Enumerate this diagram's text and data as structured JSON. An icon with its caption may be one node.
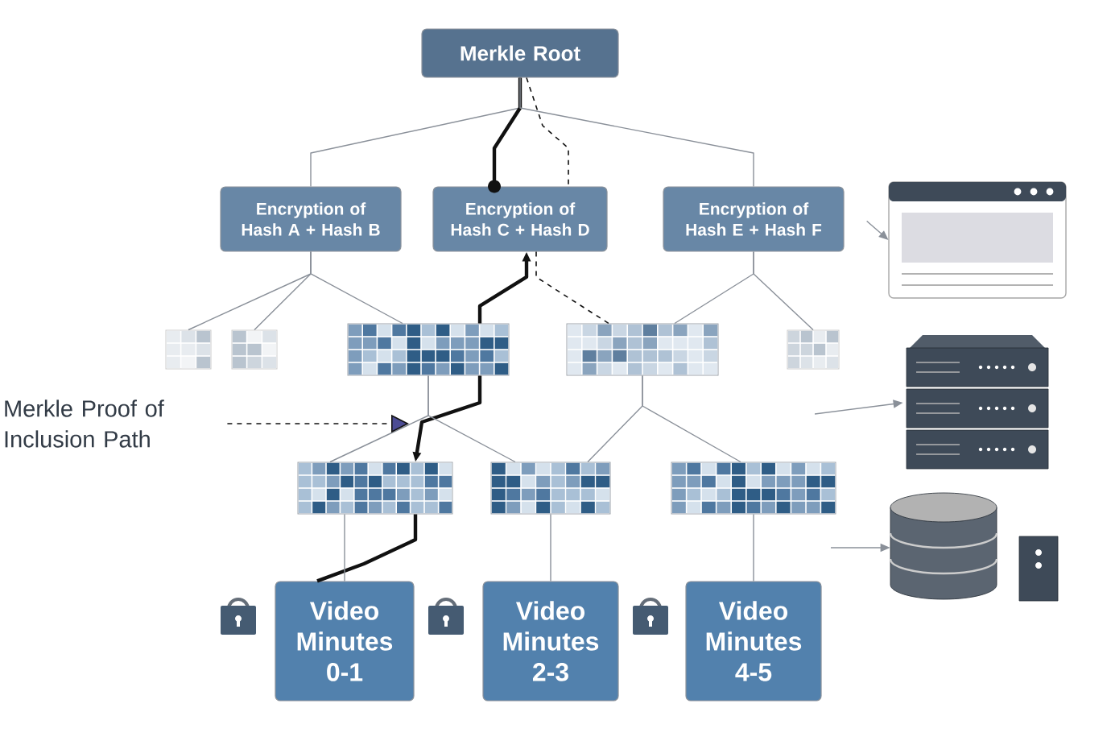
{
  "diagram": {
    "nodes": [
      {
        "text": [
          "Merkle Root"
        ]
      },
      {
        "text": [
          "Encryption of Hash A + Hash B"
        ]
      },
      {
        "text": [
          "Encryption of Hash C + Hash D"
        ]
      },
      {
        "text": [
          "Encryption of Hash E + Hash F"
        ]
      },
      {
        "text": [],
        "shape": "box"
      },
      {
        "text": [],
        "shape": "box"
      },
      {
        "text": [],
        "shape": "box"
      },
      {
        "text": [],
        "shape": "box"
      },
      {
        "text": [],
        "shape": "box"
      },
      {
        "text": [],
        "shape": "box"
      },
      {
        "text": [],
        "shape": "box"
      },
      {
        "text": [],
        "shape": "box"
      },
      {
        "text": [
          "Video Minutes 0-1"
        ]
      },
      {
        "text": [
          "Video Minutes 2-3"
        ]
      },
      {
        "text": [
          "Video Minutes 4-5"
        ]
      },
      {
        "text": [
          "Merkle Proof of Inclusion Path"
        ]
      },
      {
        "text": [],
        "shape": "picture"
      },
      {
        "text": [],
        "shape": "picture"
      },
      {
        "text": [],
        "shape": "picture"
      }
    ],
    "edges": [
      {
        "from": 0,
        "to": 1,
        "arrow": "none"
      },
      {
        "from": 0,
        "to": 2,
        "arrow": "none",
        "style": "dashed",
        "color": "#111111"
      },
      {
        "from": 0,
        "to": 2,
        "arrow": "other",
        "style": "thick",
        "color": "#111111"
      },
      {
        "from": 0,
        "to": 3,
        "arrow": "none"
      },
      {
        "from": 1,
        "to": 4,
        "arrow": "none"
      },
      {
        "from": 1,
        "to": 5,
        "arrow": "none"
      },
      {
        "from": 1,
        "to": 6,
        "arrow": "none"
      },
      {
        "from": 6,
        "to": 2,
        "arrow": "to",
        "style": "thick",
        "color": "#111111"
      },
      {
        "from": 2,
        "to": 7,
        "arrow": "none",
        "style": "dashed",
        "color": "#111111"
      },
      {
        "from": 3,
        "to": 7,
        "arrow": "none"
      },
      {
        "from": 3,
        "to": 8,
        "arrow": "none"
      },
      {
        "from": 6,
        "to": 9,
        "arrow": "to",
        "style": "thick",
        "color": "#111111"
      },
      {
        "from": 6,
        "to": 9,
        "arrow": "none"
      },
      {
        "from": 6,
        "to": 10,
        "arrow": "none"
      },
      {
        "from": 7,
        "to": 10,
        "arrow": "none"
      },
      {
        "from": 7,
        "to": 11,
        "arrow": "none"
      },
      {
        "from": 9,
        "to": 12,
        "arrow": "none",
        "style": "thick",
        "color": "#111111"
      },
      {
        "from": 9,
        "to": 12,
        "arrow": "none"
      },
      {
        "from": 10,
        "to": 13,
        "arrow": "none"
      },
      {
        "from": 11,
        "to": 14,
        "arrow": "none"
      },
      {
        "from": 15,
        "to": null,
        "arrow": "to",
        "style": "dashed",
        "color": "#111111"
      },
      {
        "from": 3,
        "to": 16,
        "arrow": "to"
      },
      {
        "from": null,
        "to": 17,
        "arrow": "to"
      },
      {
        "from": null,
        "to": 18,
        "arrow": "to"
      }
    ]
  }
}
